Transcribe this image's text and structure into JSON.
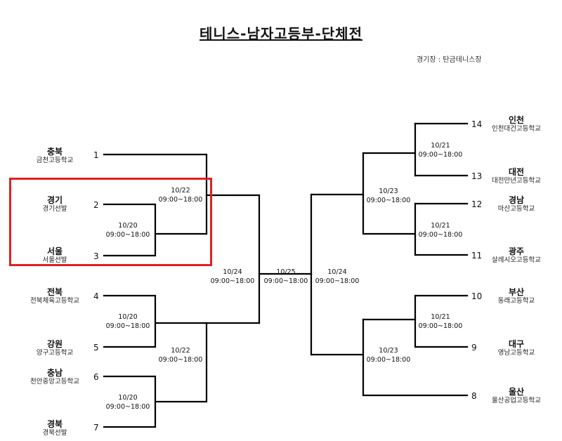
{
  "title": "테니스-남자고등부-단체전",
  "venue": "경기장 : 탄금테니스장",
  "left_teams": [
    {
      "seed": "1",
      "region": "충북",
      "school": "금천고등학교"
    },
    {
      "seed": "2",
      "region": "경기",
      "school": "경기선발"
    },
    {
      "seed": "3",
      "region": "서울",
      "school": "서울선발"
    },
    {
      "seed": "4",
      "region": "전북",
      "school": "전북체육고등학교"
    },
    {
      "seed": "5",
      "region": "강원",
      "school": "양구고등학교"
    },
    {
      "seed": "6",
      "region": "충남",
      "school": "천안중앙고등학교"
    },
    {
      "seed": "7",
      "region": "경북",
      "school": "경북선발"
    }
  ],
  "right_teams": [
    {
      "seed": "14",
      "region": "인천",
      "school": "인천대건고등학교"
    },
    {
      "seed": "13",
      "region": "대전",
      "school": "대전만년고등학교"
    },
    {
      "seed": "12",
      "region": "경남",
      "school": "마산고등학교"
    },
    {
      "seed": "11",
      "region": "광주",
      "school": "살레시오고등학교"
    },
    {
      "seed": "10",
      "region": "부산",
      "school": "동래고등학교"
    },
    {
      "seed": "9",
      "region": "대구",
      "school": "영남고등학교"
    },
    {
      "seed": "8",
      "region": "울산",
      "school": "울산공업고등학교"
    }
  ],
  "matches": [
    {
      "date": "10/22",
      "time": "09:00~18:00"
    },
    {
      "date": "10/20",
      "time": "09:00~18:00"
    },
    {
      "date": "10/20",
      "time": "09:00~18:00"
    },
    {
      "date": "10/22",
      "time": "09:00~18:00"
    },
    {
      "date": "10/20",
      "time": "09:00~18:00"
    },
    {
      "date": "10/24",
      "time": "09:00~18:00"
    },
    {
      "date": "10/25",
      "time": "09:00~18:00"
    },
    {
      "date": "10/24",
      "time": "09:00~18:00"
    },
    {
      "date": "10/21",
      "time": "09:00~18:00"
    },
    {
      "date": "10/23",
      "time": "09:00~18:00"
    },
    {
      "date": "10/21",
      "time": "09:00~18:00"
    },
    {
      "date": "10/21",
      "time": "09:00~18:00"
    },
    {
      "date": "10/23",
      "time": "09:00~18:00"
    }
  ],
  "highlight_color": "#e02020"
}
